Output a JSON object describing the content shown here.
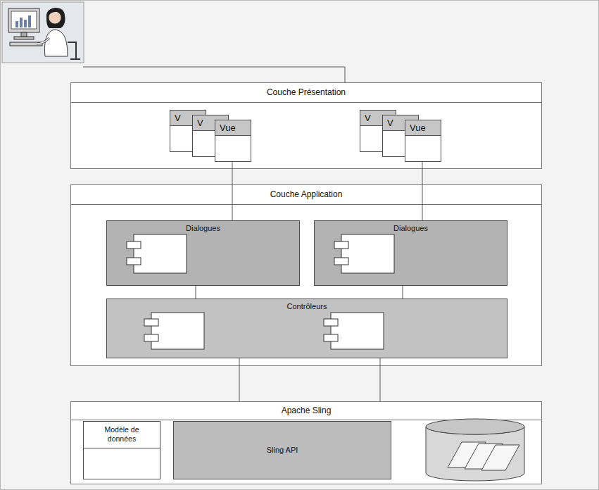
{
  "diagram": {
    "nodes": [
      {
        "text": [
          "Couche Présentation"
        ]
      },
      {
        "text": [
          "V"
        ],
        "in": 0
      },
      {
        "text": [
          "V"
        ],
        "in": 0
      },
      {
        "text": [
          "Vue"
        ],
        "in": 0
      },
      {
        "text": [
          "V"
        ],
        "in": 0
      },
      {
        "text": [
          "V"
        ],
        "in": 0
      },
      {
        "text": [
          "Vue"
        ],
        "in": 0
      },
      {
        "text": [
          "Couche Application"
        ]
      },
      {
        "text": [
          "Dialogues"
        ],
        "in": 7
      },
      {
        "text": [
          "Dialogues"
        ],
        "in": 7
      },
      {
        "text": [
          "Contrôleurs"
        ],
        "in": 7
      },
      {
        "text": [
          "Apache Sling"
        ]
      },
      {
        "text": [
          "Modèle de données"
        ],
        "in": 11
      },
      {
        "text": [
          "Sling API"
        ],
        "in": 11
      }
    ],
    "edges": [
      {
        "from": 3,
        "to": 8,
        "arrow": "none"
      },
      {
        "from": 6,
        "to": 9,
        "arrow": "none"
      },
      {
        "from": 8,
        "to": 10,
        "arrow": "none"
      },
      {
        "from": 9,
        "to": 10,
        "arrow": "none"
      },
      {
        "from": 10,
        "to": 11,
        "arrow": "none"
      },
      {
        "from": 10,
        "to": 11,
        "arrow": "none"
      }
    ]
  }
}
